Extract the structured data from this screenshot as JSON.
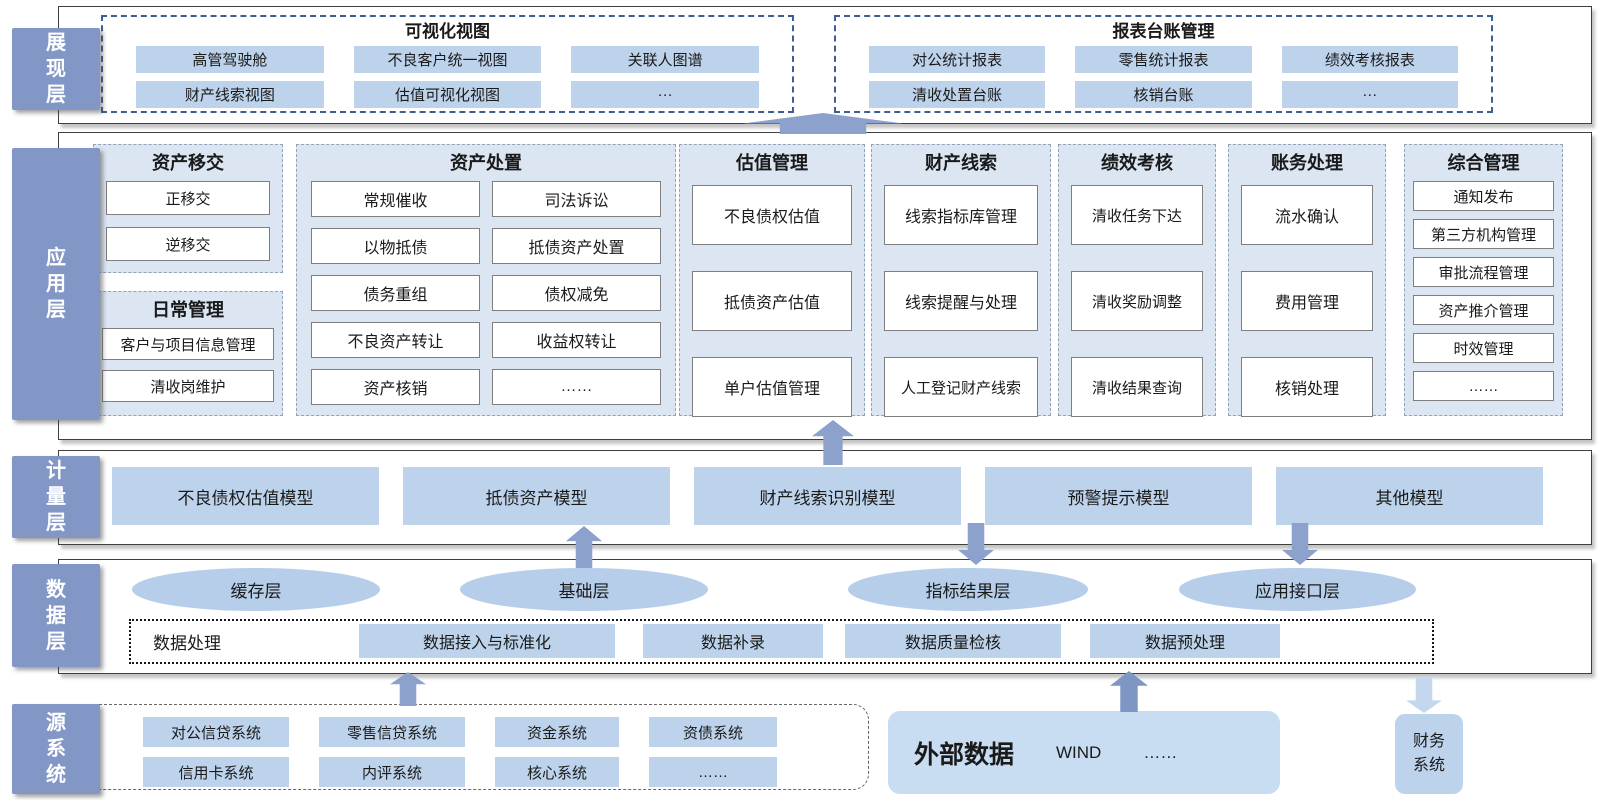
{
  "colors": {
    "tab": "#8397C6",
    "item": "#BDD3EC",
    "container": "#DCE6F3",
    "ellipse": "#B7CEEA",
    "external": "#C8DCF2",
    "arrow": "#8CA1CB",
    "arrowLight": "#C3D8EF",
    "border": "#3F3F3F",
    "dashNavy": "#3D5E94",
    "boxBorder": "#7F7F7F"
  },
  "layers": {
    "presentation": {
      "tab": "展现层",
      "groups": [
        {
          "title": "可视化视图",
          "items": [
            "高管驾驶舱",
            "不良客户统一视图",
            "关联人图谱",
            "财产线索视图",
            "估值可视化视图",
            "···"
          ]
        },
        {
          "title": "报表台账管理",
          "items": [
            "对公统计报表",
            "零售统计报表",
            "绩效考核报表",
            "清收处置台账",
            "核销台账",
            "···"
          ]
        }
      ]
    },
    "application": {
      "tab": "应用层",
      "columns": [
        {
          "title": "资产移交",
          "items": [
            "正移交",
            "逆移交"
          ]
        },
        {
          "title": "日常管理",
          "items": [
            "客户与项目信息管理",
            "清收岗维护"
          ]
        },
        {
          "title": "资产处置",
          "items": [
            "常规催收",
            "司法诉讼",
            "以物抵债",
            "抵债资产处置",
            "债务重组",
            "债权减免",
            "不良资产转让",
            "收益权转让",
            "资产核销",
            "……"
          ]
        },
        {
          "title": "估值管理",
          "items": [
            "不良债权估值",
            "抵债资产估值",
            "单户估值管理"
          ]
        },
        {
          "title": "财产线索",
          "items": [
            "线索指标库管理",
            "线索提醒与处理",
            "人工登记财产线索"
          ]
        },
        {
          "title": "绩效考核",
          "items": [
            "清收任务下达",
            "清收奖励调整",
            "清收结果查询"
          ]
        },
        {
          "title": "账务处理",
          "items": [
            "流水确认",
            "费用管理",
            "核销处理"
          ]
        },
        {
          "title": "综合管理",
          "items": [
            "通知发布",
            "第三方机构管理",
            "审批流程管理",
            "资产推介管理",
            "时效管理",
            "……"
          ]
        }
      ]
    },
    "measurement": {
      "tab": "计量层",
      "models": [
        "不良债权估值模型",
        "抵债资产模型",
        "财产线索识别模型",
        "预警提示模型",
        "其他模型"
      ]
    },
    "data": {
      "tab": "数据层",
      "stores": [
        "缓存层",
        "基础层",
        "指标结果层",
        "应用接口层"
      ],
      "processing_label": "数据处理",
      "processing": [
        "数据接入与标准化",
        "数据补录",
        "数据质量检核",
        "数据预处理"
      ]
    },
    "source": {
      "tab": "源系统",
      "systems": [
        "对公信贷系统",
        "零售信贷系统",
        "资金系统",
        "资债系统",
        "信用卡系统",
        "内评系统",
        "核心系统",
        "……"
      ],
      "external_title": "外部数据",
      "external_items": [
        "WIND",
        "……"
      ],
      "finance": "财务系统"
    }
  }
}
